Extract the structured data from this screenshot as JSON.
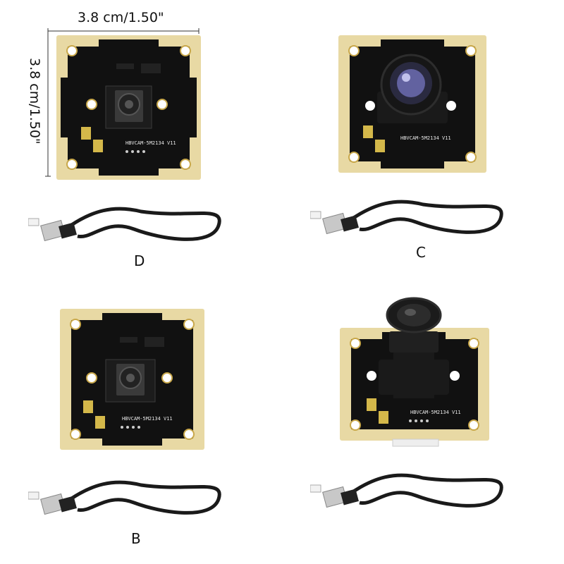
{
  "dimensions": {
    "width_label": "3.8 cm/1.50\"",
    "height_label": "3.8 cm/1.50\""
  },
  "boards": [
    {
      "id": "D",
      "label": "D",
      "lens": "autofocus",
      "silkscreen": "HBVCAM-5M2134  V11"
    },
    {
      "id": "C",
      "label": "C",
      "lens": "wide-angle",
      "silkscreen": "HBVCAM-5M2134  V11"
    },
    {
      "id": "B",
      "label": "B",
      "lens": "autofocus",
      "silkscreen": "HBVCAM-5M2134  V11"
    },
    {
      "id": "A",
      "label": "",
      "lens": "standard-m12",
      "silkscreen": "HBVCAM-5M2134  V11"
    }
  ],
  "colors": {
    "pcb": "#111111",
    "gold_frame": "#e8d9a4",
    "gold_dark": "#c9a84a",
    "cable": "#1a1a1a",
    "usb_metal": "#c8c8c8"
  }
}
